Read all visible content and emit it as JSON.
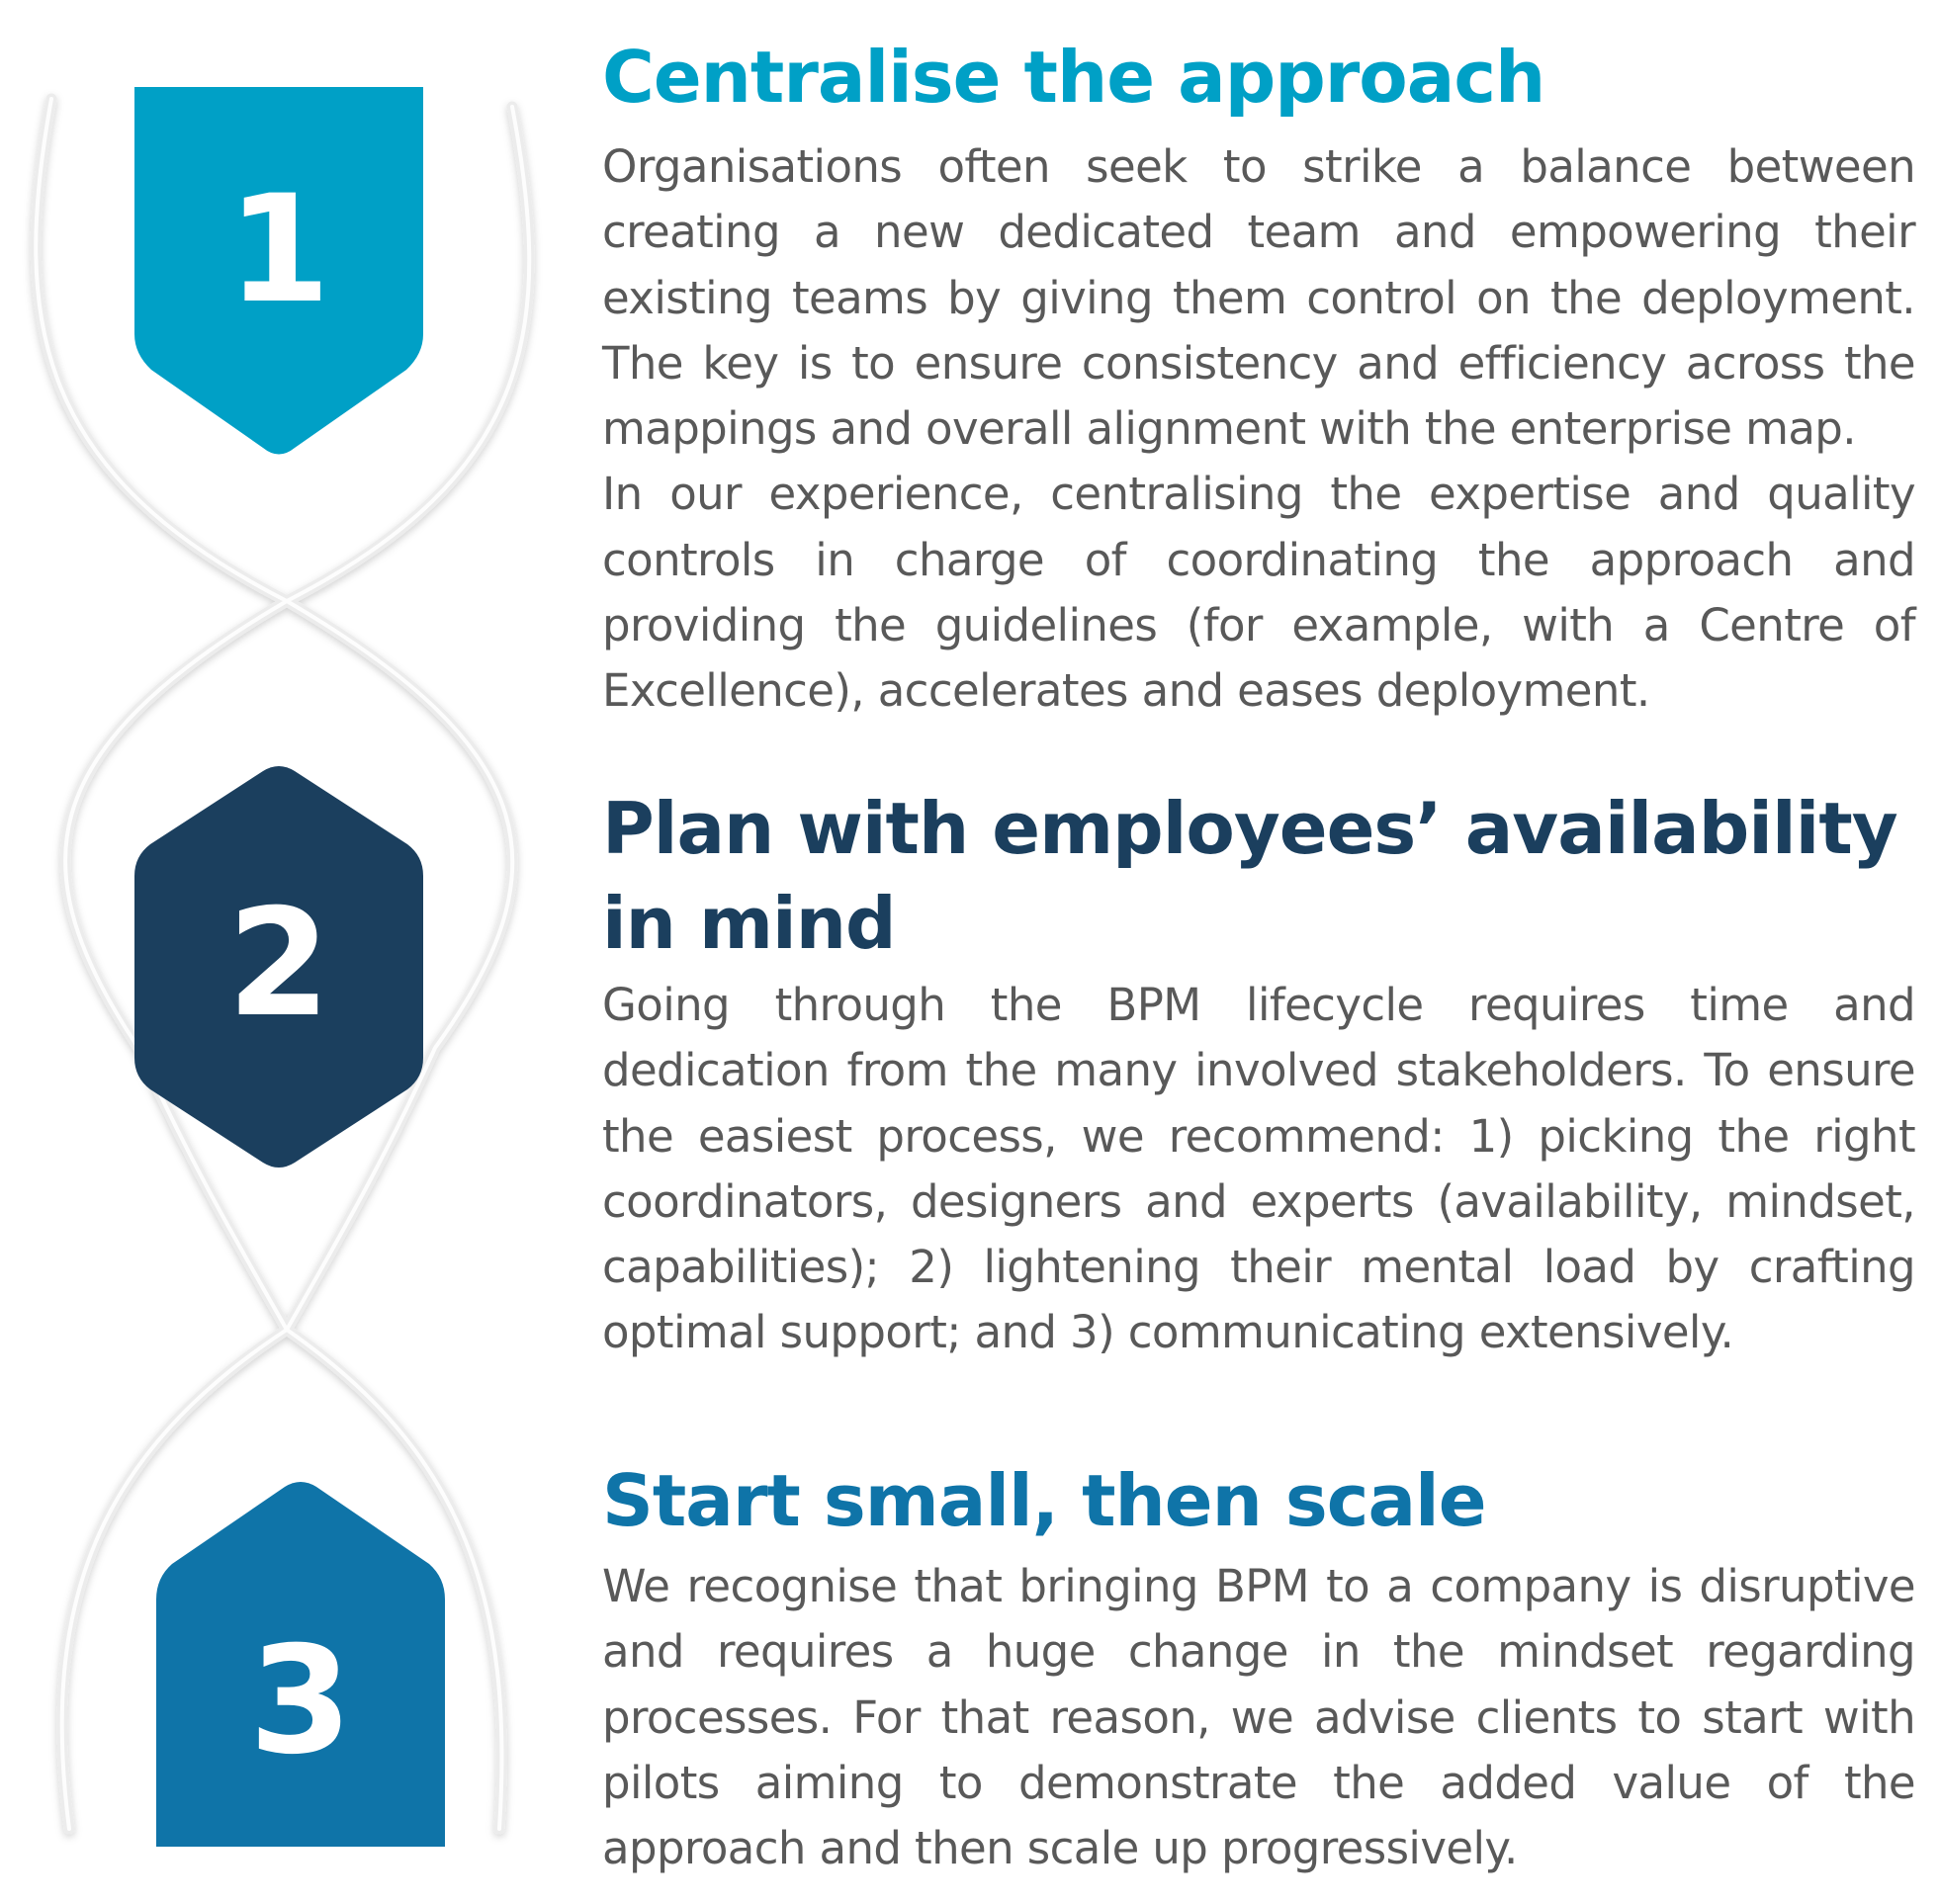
{
  "colors": {
    "step1": "#00a0c6",
    "step2": "#1b3f5e",
    "step3": "#0f74a8",
    "body_text": "#595959",
    "ribbon": "#e8e8e8"
  },
  "steps": [
    {
      "number": "1",
      "title": "Centralise the approach",
      "paragraphs": [
        "Organisations often seek to strike a balance between creating a new dedicated team and empowering their existing teams by giving them control on the deployment. The key is to ensure consistency and efficiency across the mappings and overall alignment with the enterprise map.",
        "In our experience, centralising the expertise and quality controls in charge of coordinating the approach and providing the guidelines (for example, with a Centre of Excellence), accelerates and eases deployment."
      ]
    },
    {
      "number": "2",
      "title": "Plan with employees’ availability in mind",
      "paragraphs": [
        "Going through the BPM lifecycle requires time and dedication from the many involved stakeholders. To ensure the easiest process, we recommend: 1) picking the right coordinators, designers and experts (availability, mindset, capabilities); 2) lightening their mental load by crafting optimal support; and 3) communicating extensively."
      ]
    },
    {
      "number": "3",
      "title": "Start small, then scale",
      "paragraphs": [
        "We recognise that bringing BPM to a company is disruptive and requires a huge change in the mindset regarding processes. For that reason, we advise clients to start with pilots aiming to demonstrate the added value of the approach and then scale up progressively."
      ]
    }
  ]
}
